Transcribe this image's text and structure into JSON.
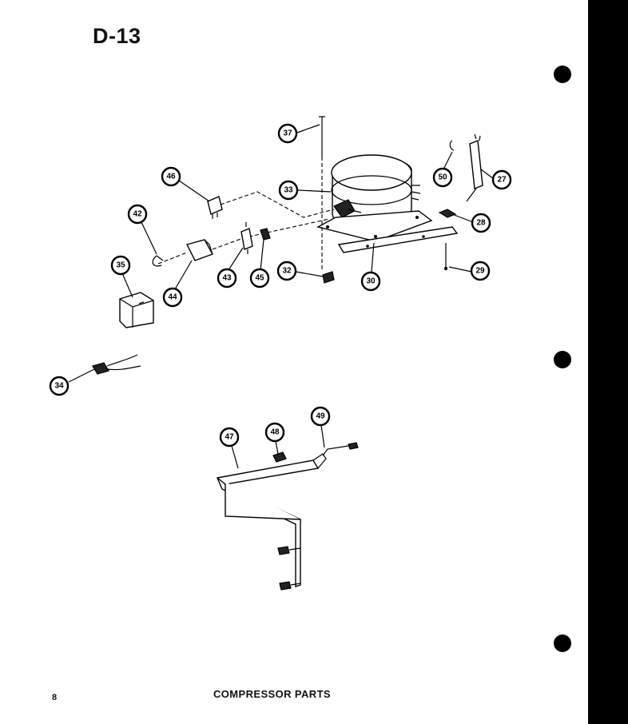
{
  "page": {
    "code": "D-13",
    "page_number": "8",
    "title": "COMPRESSOR PARTS"
  },
  "callouts": {
    "c37": "37",
    "c33": "33",
    "c46": "46",
    "c50": "50",
    "c27": "27",
    "c42": "42",
    "c28": "28",
    "c35": "35",
    "c43": "43",
    "c45": "45",
    "c44": "44",
    "c32": "32",
    "c30": "30",
    "c29": "29",
    "c34": "34",
    "c47": "47",
    "c48": "48",
    "c49": "49"
  },
  "colors": {
    "ink": "#000000",
    "paper": "#ffffff"
  }
}
